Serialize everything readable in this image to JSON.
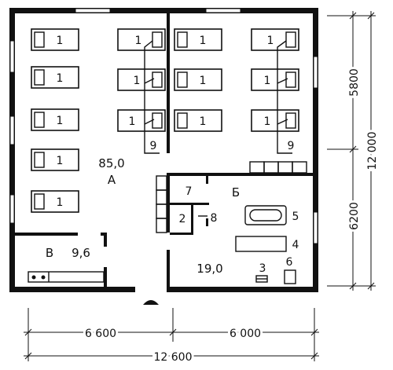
{
  "rooms": {
    "A": {
      "letter": "А",
      "area": "85,0"
    },
    "B": {
      "letter": "Б",
      "area": "19,0"
    },
    "V": {
      "letter": "В",
      "area": "9,6"
    }
  },
  "labels": {
    "bed": "1",
    "num2": "2",
    "num3": "3",
    "num4": "4",
    "num5": "5",
    "num6": "6",
    "num7": "7",
    "num8": "8",
    "num9": "9"
  },
  "dimensions": {
    "bottom_left": "6 600",
    "bottom_right": "6 000",
    "bottom_total": "12 600",
    "right_top": "5800",
    "right_bottom": "6200",
    "right_total": "12 000"
  }
}
